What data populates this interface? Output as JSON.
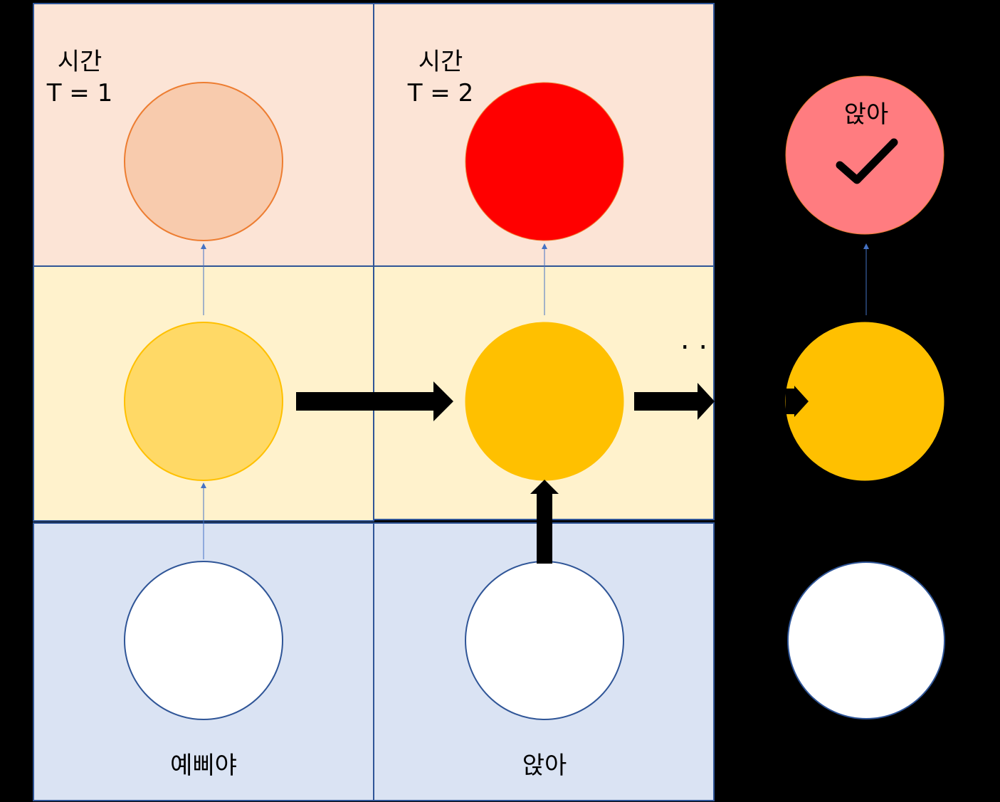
{
  "steps": [
    {
      "time_label_line1": "시간",
      "time_label_line2": "T = 1",
      "input_word": "예삐야",
      "output_color": "#F8CBAD",
      "hidden_color": "#FFD966"
    },
    {
      "time_label_line1": "시간",
      "time_label_line2": "T = 2",
      "input_word": "앉아",
      "output_color": "#FF0000",
      "hidden_color": "#FFC000"
    }
  ],
  "final_step": {
    "output_word": "앉아",
    "output_color": "#FF7C80",
    "hidden_color": "#FFC000",
    "check_icon": "checkmark-icon"
  },
  "ellipsis": ". .",
  "colors": {
    "background": "#000000",
    "output_row_bg": "#FCE4D6",
    "hidden_row_bg": "#FFF2CC",
    "input_row_bg": "#DAE3F3",
    "cell_border": "#2F5597",
    "input_node": "#FFFFFF",
    "thin_arrow": "#4472C4",
    "thick_arrow": "#000000"
  }
}
